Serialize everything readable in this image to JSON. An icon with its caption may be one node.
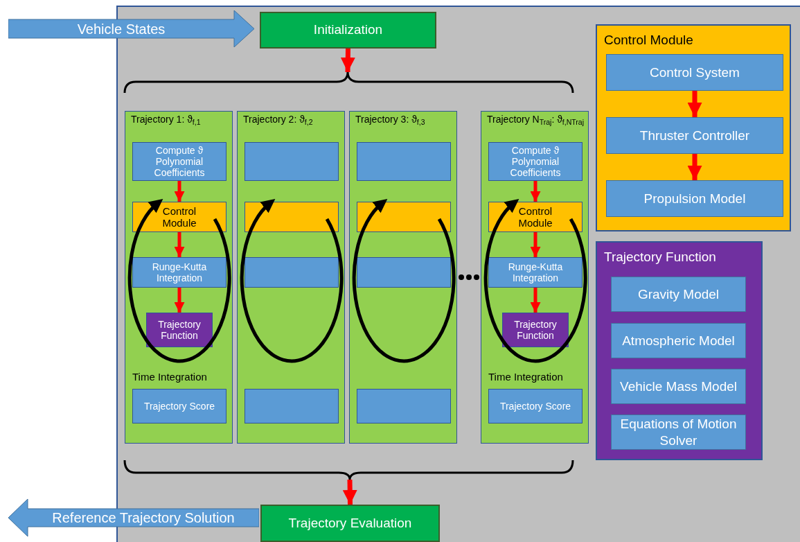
{
  "diagram": {
    "nodes": [
      {
        "text": [],
        "shape": "box"
      },
      {
        "text": [
          "Vehicle States"
        ]
      },
      {
        "text": [
          "Initialization"
        ],
        "in": 0
      },
      {
        "text": [
          "Trajectory 1: ϑ$_{f,1}$",
          "Time Integration"
        ],
        "in": 0
      },
      {
        "text": [
          "Compute ϑ Polynomial Coefficients"
        ],
        "in": 3
      },
      {
        "text": [
          "Control Module"
        ],
        "in": 3
      },
      {
        "text": [
          "Runge-Kutta Integration"
        ],
        "in": 3
      },
      {
        "text": [
          "Trajectory Function"
        ],
        "in": 3
      },
      {
        "text": [
          "Trajectory Score"
        ],
        "in": 3
      },
      {
        "text": [
          "Trajectory 2: ϑ$_{f,2}$"
        ],
        "in": 0
      },
      {
        "text": [],
        "shape": "box",
        "in": 9
      },
      {
        "text": [],
        "shape": "box",
        "in": 9
      },
      {
        "text": [],
        "shape": "box",
        "in": 9
      },
      {
        "text": [],
        "shape": "box",
        "in": 9
      },
      {
        "text": [
          "Trajectory 3: ϑ$_{f,3}$"
        ],
        "in": 0
      },
      {
        "text": [],
        "shape": "box",
        "in": 14
      },
      {
        "text": [],
        "shape": "box",
        "in": 14
      },
      {
        "text": [],
        "shape": "box",
        "in": 14
      },
      {
        "text": [],
        "shape": "box",
        "in": 14
      },
      {
        "text": [
          "Trajectory N$_{Traj}$: ϑ$_{f,NTraj}$",
          "Time Integration"
        ],
        "in": 0
      },
      {
        "text": [
          "Compute ϑ Polynomial Coefficients"
        ],
        "in": 19
      },
      {
        "text": [
          "Control Module"
        ],
        "in": 19
      },
      {
        "text": [
          "Runge-Kutta Integration"
        ],
        "in": 19
      },
      {
        "text": [
          "Trajectory Function"
        ],
        "in": 19
      },
      {
        "text": [
          "Trajectory Score"
        ],
        "in": 19
      },
      {
        "text": [
          "Control Module"
        ],
        "in": 0
      },
      {
        "text": [
          "Control System"
        ],
        "in": 25
      },
      {
        "text": [
          "Thruster Controller"
        ],
        "in": 25
      },
      {
        "text": [
          "Propulsion Model"
        ],
        "in": 25
      },
      {
        "text": [
          "Trajectory Function"
        ],
        "in": 0
      },
      {
        "text": [
          "Gravity Model"
        ],
        "in": 29
      },
      {
        "text": [
          "Atmospheric Model"
        ],
        "in": 29
      },
      {
        "text": [
          "Vehicle Mass Model"
        ],
        "in": 29
      },
      {
        "text": [
          "Equations of Motion Solver"
        ],
        "in": 29
      },
      {
        "text": [
          "Trajectory Evaluation"
        ],
        "in": 0
      },
      {
        "text": [
          "Reference Trajectory Solution"
        ]
      }
    ],
    "edges": [
      {
        "from": 2,
        "to": null,
        "arrow": "to"
      },
      {
        "from": null,
        "to": 34,
        "arrow": "to"
      },
      {
        "from": 4,
        "to": 5,
        "arrow": "to"
      },
      {
        "from": 5,
        "to": 6,
        "arrow": "to"
      },
      {
        "from": 6,
        "to": 7,
        "arrow": "to"
      },
      {
        "from": 20,
        "to": 21,
        "arrow": "to"
      },
      {
        "from": 21,
        "to": 22,
        "arrow": "to"
      },
      {
        "from": 22,
        "to": 23,
        "arrow": "to"
      },
      {
        "from": 26,
        "to": 27,
        "arrow": "to"
      },
      {
        "from": 27,
        "to": 28,
        "arrow": "to"
      }
    ]
  }
}
